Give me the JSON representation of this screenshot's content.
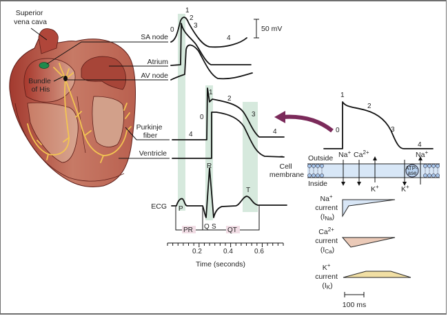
{
  "figure": {
    "heart_labels": {
      "superior_vena_cava": [
        "Superior",
        "vena cava"
      ],
      "bundle_of_his": [
        "Bundle",
        "of His"
      ],
      "sa_node": "SA node",
      "atrium": "Atrium",
      "av_node": "AV node",
      "purkinje_fiber": [
        "Purkinje",
        "fiber"
      ],
      "ventricle": "Ventricle",
      "ecg": "ECG"
    },
    "scale_bar": {
      "label": "50 mV"
    },
    "sa_phases": [
      "0",
      "1",
      "2",
      "3",
      "4"
    ],
    "purkinje_phases": [
      "0",
      "1",
      "2",
      "3",
      "4"
    ],
    "ecg_waves": {
      "p": "P",
      "q": "Q",
      "r": "R",
      "s": "S",
      "t": "T"
    },
    "intervals": {
      "pr": "PR",
      "qt": "QT"
    },
    "time_axis": {
      "label": "Time (seconds)",
      "ticks": [
        "0.2",
        "0.4",
        "0.6"
      ]
    },
    "ventricular_ap": {
      "phases": [
        "0",
        "1",
        "2",
        "3",
        "4"
      ]
    },
    "membrane": {
      "outside": "Outside",
      "inside": "Inside",
      "cell_membrane": [
        "Cell",
        "membrane"
      ],
      "ions_in": [
        "Na",
        "Ca"
      ],
      "ion_charges": {
        "na": "+",
        "ca": "2+",
        "k": "+"
      },
      "ions_out": [
        "K",
        "K"
      ],
      "pump_ion": "Na",
      "pump_label": [
        "ATP-",
        "ase"
      ]
    },
    "currents": [
      {
        "ion": "Na",
        "charge": "+",
        "word": "current",
        "symbol": "I",
        "sub": "Na",
        "color": "#d8e6f6"
      },
      {
        "ion": "Ca",
        "charge": "2+",
        "word": "current",
        "symbol": "I",
        "sub": "Ca",
        "color": "#ebcab8"
      },
      {
        "ion": "K",
        "charge": "+",
        "word": "current",
        "symbol": "I",
        "sub": "K",
        "color": "#f1dfa4"
      }
    ],
    "time_scale": {
      "label": "100 ms"
    },
    "colors": {
      "heart_outer": "#b5584a",
      "heart_dark": "#9c2f27",
      "heart_light": "#d9a08a",
      "conduction": "#f3c552",
      "sa_node": "#1f8a4c",
      "arrow": "#7b2a5a",
      "highlight_band": "#d6e9dd",
      "membrane": "#d8e7f7",
      "lipid": "#a8c7ec"
    }
  }
}
